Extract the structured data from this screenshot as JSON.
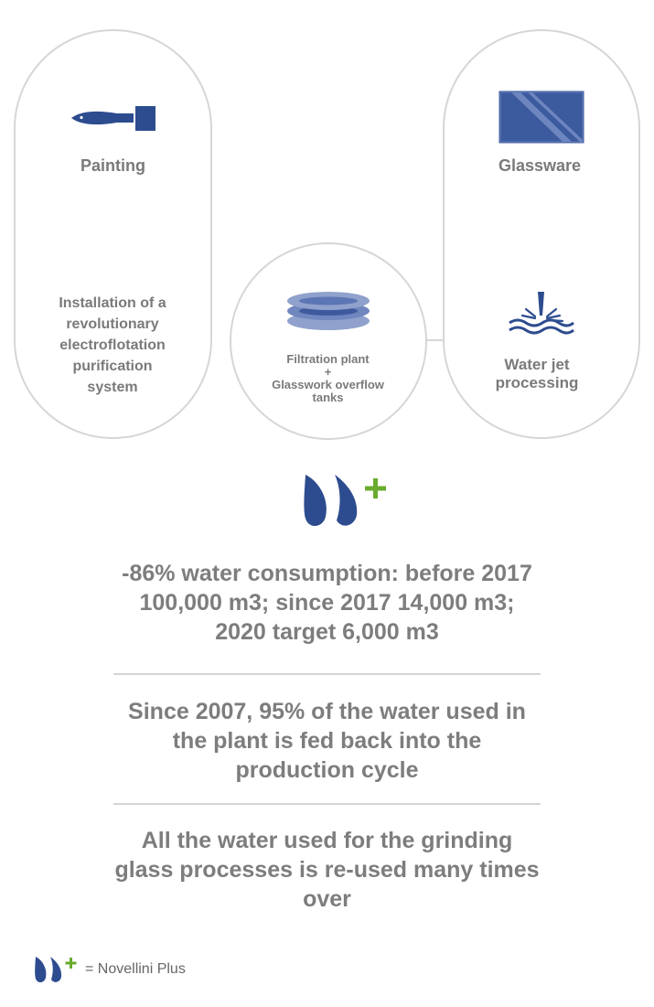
{
  "categories": {
    "painting": {
      "title": "Painting",
      "description": "Installation of a revolutionary electroflotation purification system",
      "icon": "paintbrush-icon"
    },
    "filtration": {
      "title": "Filtration plant\n+\nGlasswork overflow tanks",
      "icon": "filtration-tanks-icon"
    },
    "glassware": {
      "title": "Glassware",
      "process": "Water jet processing",
      "icons": [
        "glass-pane-icon",
        "water-jet-icon"
      ]
    }
  },
  "logo": {
    "icon": "novellini-plus-logo"
  },
  "stats": [
    "-86% water consumption: before 2017 100,000 m3; since 2017 14,000 m3; 2020 target 6,000 m3",
    "Since 2007, 95% of the water used in the plant is fed back into the production cycle",
    "All the water used for the grinding glass processes is re-used many times over"
  ],
  "legend": {
    "text": "= Novellini Plus"
  },
  "colors": {
    "accent_blue": "#2d4c8f",
    "accent_green": "#6aab2e",
    "text_gray": "#7a7a7a",
    "border_gray": "#d6d6d6"
  }
}
